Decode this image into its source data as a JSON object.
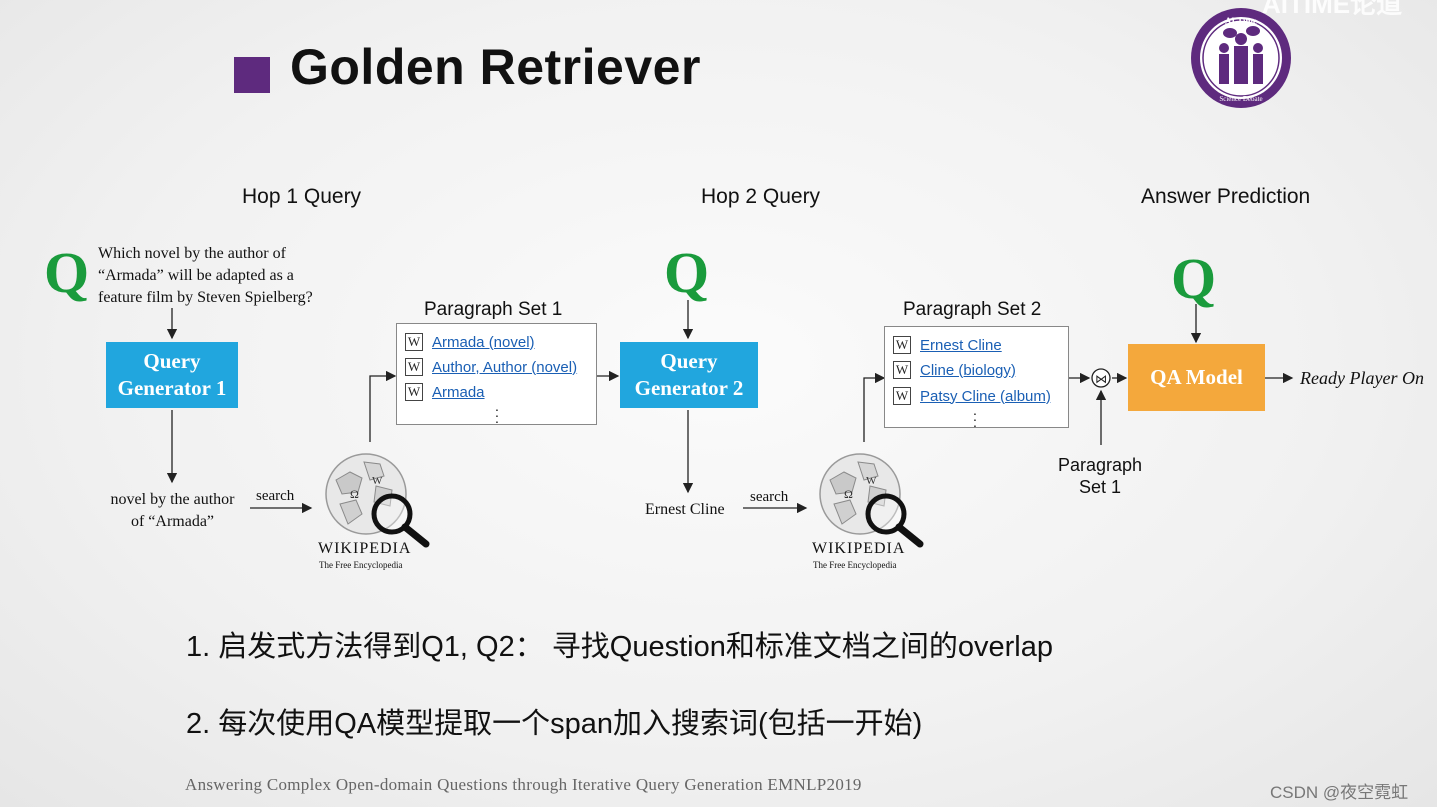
{
  "slide": {
    "title": "Golden Retriever",
    "watermark_top": "AITIME论道",
    "logo_text": "AI Time",
    "logo_subtext": "Science Debate"
  },
  "diagram": {
    "hop1_heading": "Hop 1 Query",
    "hop2_heading": "Hop 2 Query",
    "answer_heading": "Answer Prediction",
    "q_glyph": "Q",
    "question_lines": [
      "Which novel by the author of",
      "“Armada” will be adapted as a",
      "feature film by Steven Spielberg?"
    ],
    "query_generator_1": [
      "Query",
      "Generator 1"
    ],
    "query_generator_2": [
      "Query",
      "Generator 2"
    ],
    "hop1_query_lines": [
      "novel by the author",
      "of “Armada”"
    ],
    "hop2_query": "Ernest Cline",
    "search_label": "search",
    "wikipedia_word": "WIKIPEDIA",
    "wikipedia_sub": "The Free Encyclopedia",
    "paragraph_set_1": {
      "label": "Paragraph Set 1",
      "items": [
        "Armada (novel)",
        "Author, Author (novel)",
        "Armada"
      ]
    },
    "paragraph_set_2": {
      "label": "Paragraph Set 2",
      "items": [
        "Ernest Cline",
        "Cline (biology)",
        "Patsy Cline (album)"
      ]
    },
    "w_glyph": "W",
    "concat_glyph": "⋈",
    "paragraph_set_1_input": [
      "Paragraph",
      "Set 1"
    ],
    "qa_model": "QA Model",
    "answer": "Ready Player On"
  },
  "notes": [
    "1.  启发式方法得到Q1, Q2：  寻找Question和标准文档之间的overlap",
    "2.  每次使用QA模型提取一个span加入搜索词(包括一开始)"
  ],
  "citation": "Answering Complex Open-domain Questions through Iterative Query Generation EMNLP2019",
  "watermark_csdn": "CSDN @夜空霓虹",
  "colors": {
    "title_square": "#5e2a7e",
    "query_generator": "#21a6de",
    "qa_model": "#f4a83c",
    "q_green": "#1a9b3c",
    "link_blue": "#1a5fb4"
  }
}
